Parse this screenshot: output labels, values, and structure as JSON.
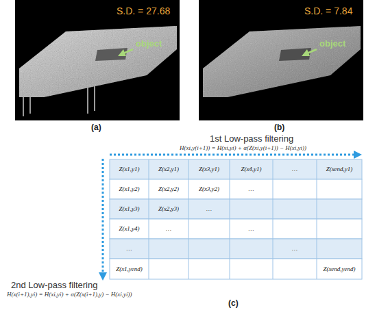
{
  "diagram": {
    "labels": [
      "S.D. = 27.68",
      "object",
      "(a)",
      "S.D. = 7.84",
      "object",
      "(b)",
      "1st Low-pass filtering",
      "H(xi,y(i+1)) = H(xi,yi) + α(Z(xi,y(i+1)) − H(xi,yi))",
      "Z(x1,y1)",
      "Z(x2,y1)",
      "Z(x3,y1)",
      "Z(x4,y1)",
      "…",
      "Z(xend,y1)",
      "Z(x1,y2)",
      "Z(x2,y2)",
      "Z(x3,y2)",
      "…",
      "Z(x1,y3)",
      "Z(x2,y3)",
      "…",
      "Z(x1,y4)",
      "…",
      "…",
      "…",
      "…",
      "Z(x1,yend)",
      "Z(xend,yend)",
      "2nd Low-pass filtering",
      "H(x(i+1),yi) = H(xi,yi) + α(Z(x(i+1),y) − H(xi,yi))",
      "(c)"
    ]
  }
}
